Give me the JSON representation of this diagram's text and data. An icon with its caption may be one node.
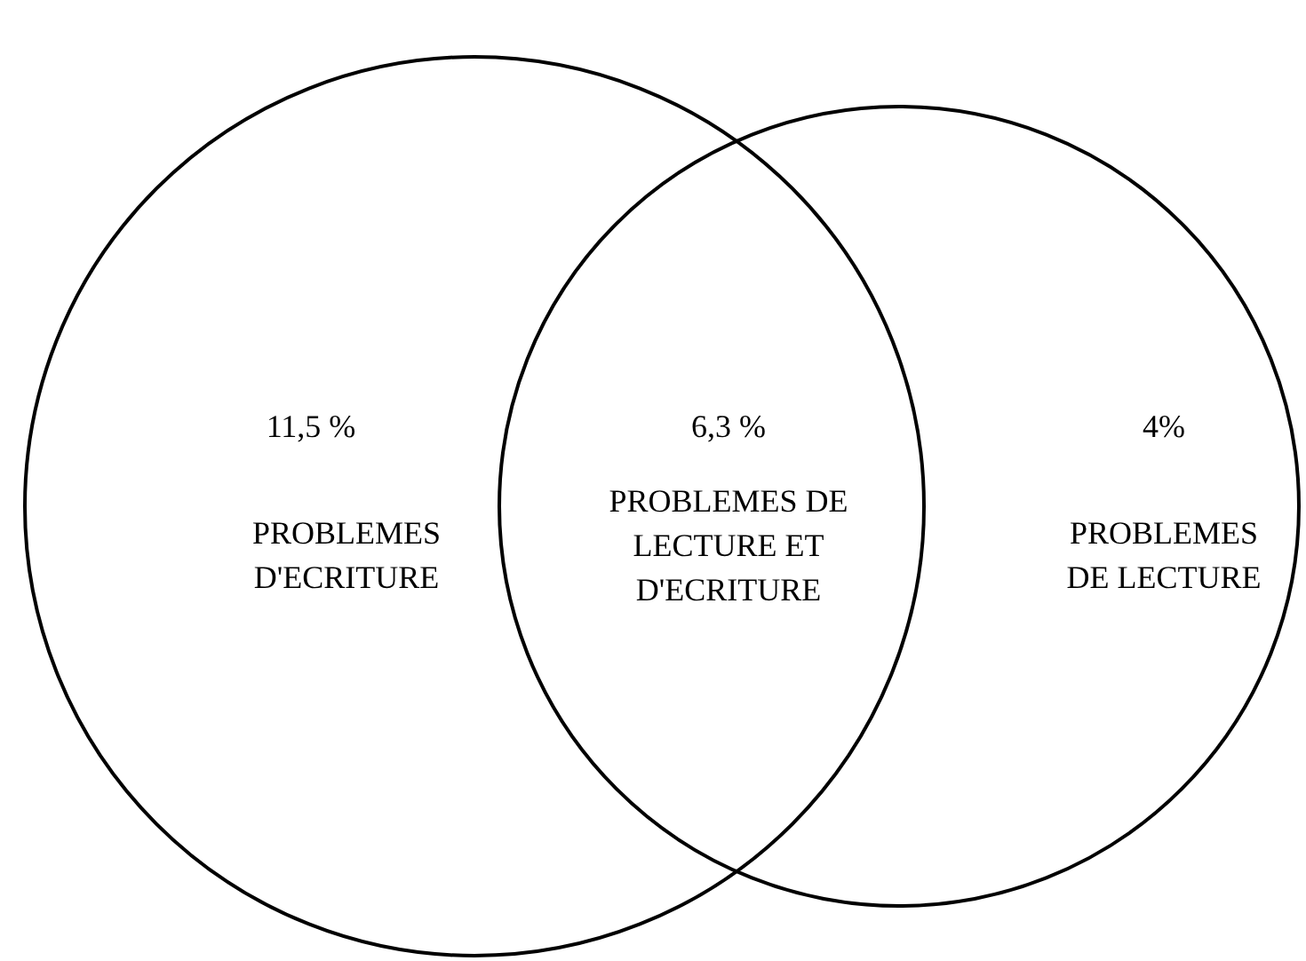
{
  "diagram": {
    "nodes": [
      {
        "text": [
          "11,5 %",
          "PROBLEMES D'ECRITURE"
        ]
      },
      {
        "text": [
          "4%",
          "PROBLEMES DE LECTURE"
        ]
      }
    ],
    "labels": [
      "6,3 %",
      "PROBLEMES DE LECTURE ET D'ECRITURE"
    ]
  }
}
